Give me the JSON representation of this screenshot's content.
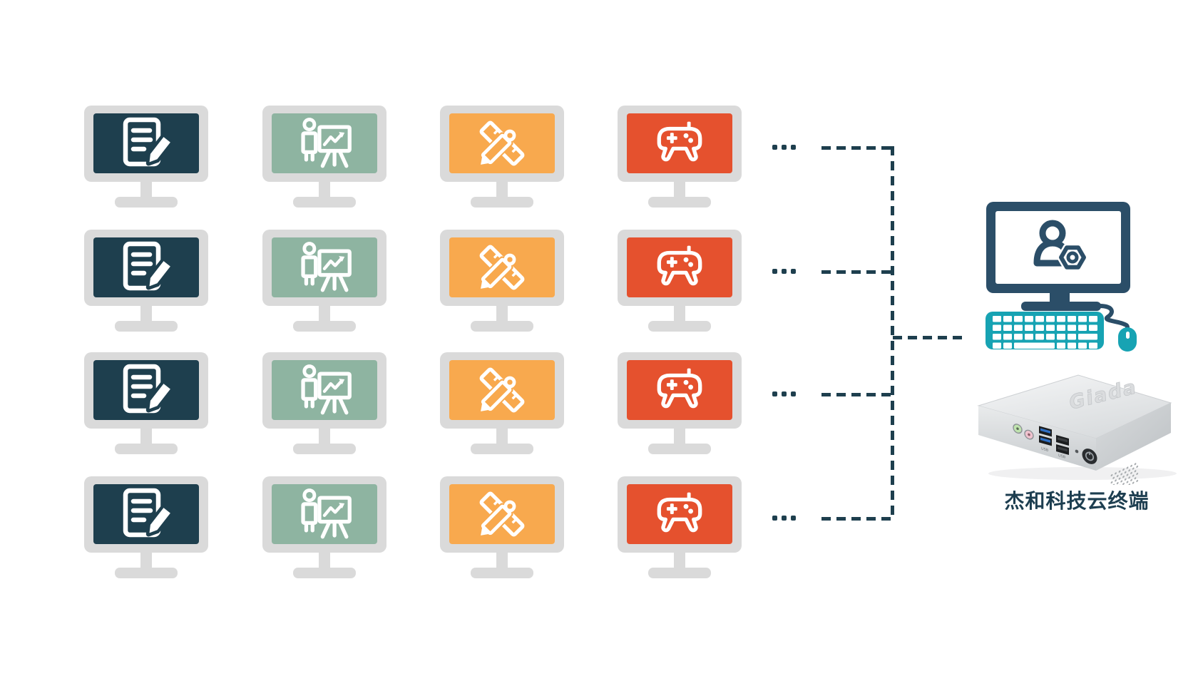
{
  "colors": {
    "navy_dark": "#1e3f4e",
    "navy_admin": "#2b4e68",
    "teal": "#17a3b3",
    "sage_green": "#8eb4a1",
    "amber": "#f8a94e",
    "red_orange": "#e5512e",
    "frame_gray": "#dadada",
    "connector": "#1e3f4e",
    "label_navy": "#1d3e50"
  },
  "grid": {
    "rows": 4,
    "columns": [
      {
        "name": "office-workstation",
        "icon": "document-edit-icon",
        "screen_color": "#1e3f4e"
      },
      {
        "name": "presentation-workstation",
        "icon": "presentation-chart-icon",
        "screen_color": "#8eb4a1"
      },
      {
        "name": "design-workstation",
        "icon": "ruler-pencil-icon",
        "screen_color": "#f8a94e"
      },
      {
        "name": "gaming-workstation",
        "icon": "gamepad-icon",
        "screen_color": "#e5512e"
      }
    ]
  },
  "connectors": {
    "row_ellipsis": "...",
    "rows": 4
  },
  "admin_station": {
    "screen_icon": "user-settings-icon",
    "peripherals": [
      "keyboard-icon",
      "mouse-icon"
    ]
  },
  "device": {
    "label": "杰和科技云终端",
    "embossed_logo": "Giada",
    "port_labels": [
      "USB",
      "USB"
    ]
  }
}
